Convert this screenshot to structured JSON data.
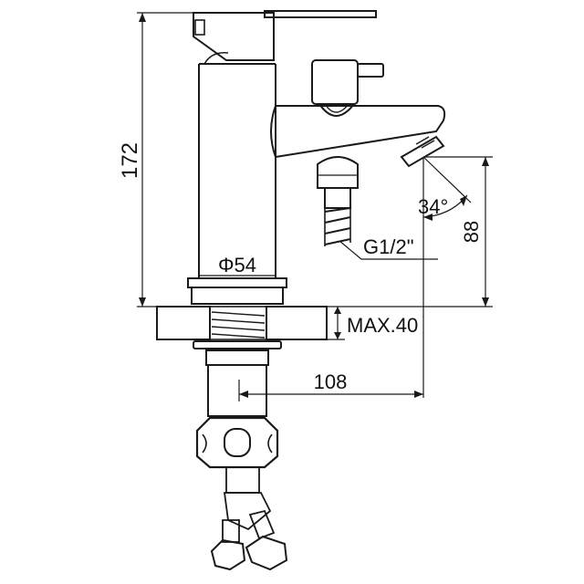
{
  "dimensions": {
    "height_total": "172",
    "spout_diameter": "Φ54",
    "spout_angle": "34°",
    "outlet_height": "88",
    "thread": "G1/2\"",
    "deck_thickness": "MAX.40",
    "spout_reach": "108"
  },
  "colors": {
    "line": "#1a1a1a",
    "background": "#ffffff"
  }
}
